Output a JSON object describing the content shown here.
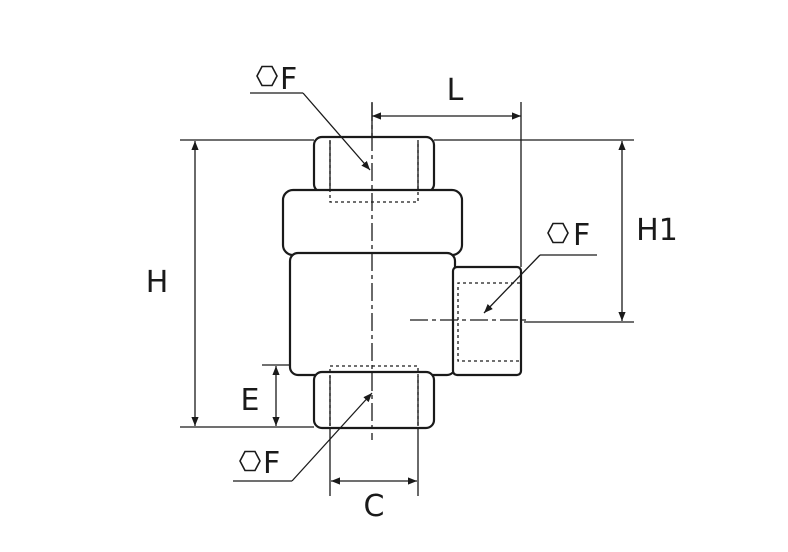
{
  "labels": {
    "hex_top": "F",
    "hex_right": "F",
    "hex_bottom": "F",
    "dim_L": "L",
    "dim_H": "H",
    "dim_H1": "H1",
    "dim_E": "E",
    "dim_C": "C"
  },
  "icons": {
    "hex_symbol": "hexagon-icon"
  }
}
